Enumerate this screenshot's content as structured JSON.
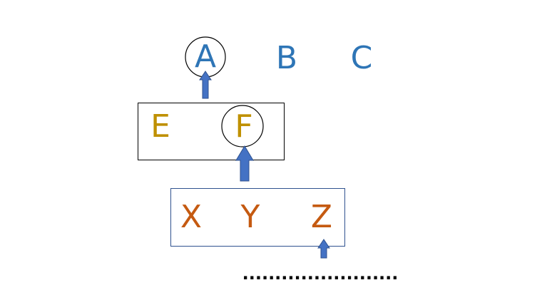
{
  "colors": {
    "row1": "#2e75b6",
    "row2": "#bf9000",
    "row3": "#c55a11",
    "arrow_fill": "#4472c4",
    "arrow_stroke": "#2f528f",
    "outline": "#000000"
  },
  "row1": {
    "letters": [
      "A",
      "B",
      "C"
    ],
    "circled": "A"
  },
  "row2": {
    "letters": [
      "E",
      "F"
    ],
    "circled": "F"
  },
  "row3": {
    "letters": [
      "X",
      "Y",
      "Z"
    ]
  },
  "ellipsis": "........................"
}
